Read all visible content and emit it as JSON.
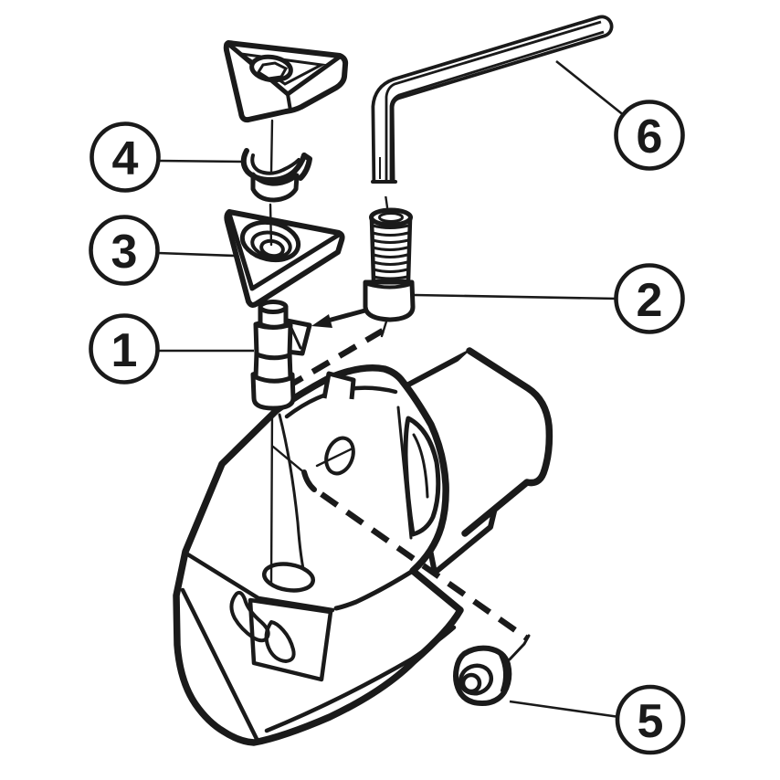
{
  "diagram": {
    "kind": "exploded-assembly-line-drawing",
    "background_color": "#ffffff",
    "line_color": "#1a1a1a"
  },
  "callouts": [
    {
      "label": "1"
    },
    {
      "label": "2"
    },
    {
      "label": "3"
    },
    {
      "label": "4"
    },
    {
      "label": "5"
    },
    {
      "label": "6"
    }
  ]
}
